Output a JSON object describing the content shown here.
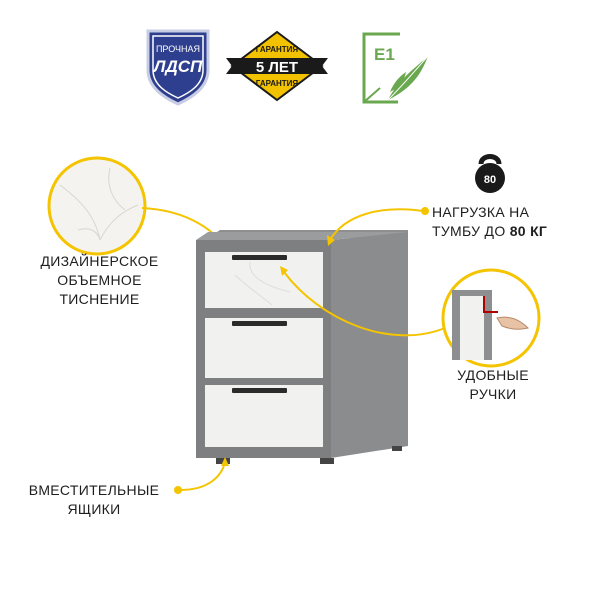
{
  "badges": {
    "ldsp": {
      "top": "ПРОЧНАЯ",
      "main": "ЛДСП",
      "color": "#2f3f8f"
    },
    "warranty": {
      "top": "ГАРАНТИЯ",
      "main": "5 ЛЕТ",
      "bottom": "ГАРАНТИЯ",
      "color": "#f2c100"
    },
    "eco": {
      "main": "E1",
      "color": "#6aa84f"
    }
  },
  "features": {
    "texture": {
      "line1": "ДИЗАЙНЕРСКОЕ",
      "line2": "ОБЪЕМНОЕ",
      "line3": "ТИСНЕНИЕ"
    },
    "load": {
      "line1": "НАГРУЗКА НА",
      "line2_prefix": "ТУМБУ ДО ",
      "line2_bold": "80 КГ",
      "weight_value": "80"
    },
    "handles": {
      "line1": "УДОБНЫЕ",
      "line2": "РУЧКИ"
    },
    "drawers": {
      "line1": "ВМЕСТИТЕЛЬНЫЕ",
      "line2": "ЯЩИКИ"
    }
  },
  "colors": {
    "accent": "#f5c400",
    "cabinet": "#7d7f81",
    "front": "#f1f1ef",
    "handle": "#2b2b2b"
  }
}
